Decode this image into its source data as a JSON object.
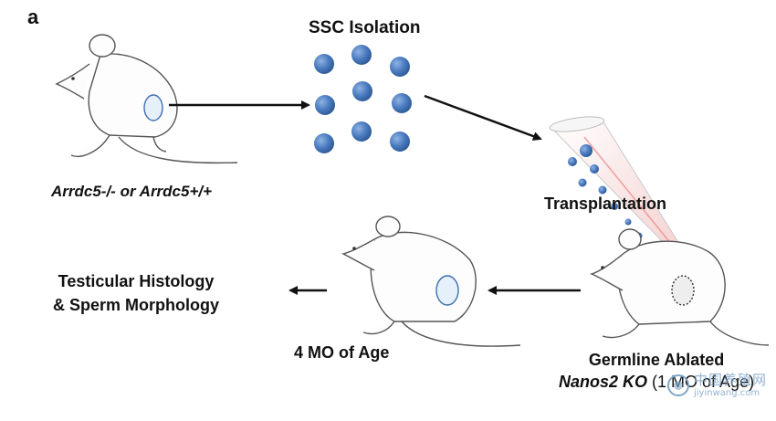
{
  "panel_letter": "a",
  "ssc_title": "SSC Isolation",
  "genotype_label": "Arrdc5-/- or Arrdc5+/+",
  "transplant_label": "Transplantation",
  "outcome_label_line1": "Testicular Histology",
  "outcome_label_line2": "& Sperm Morphology",
  "age_label": "4 MO of Age",
  "ablated_line1": "Germline Ablated",
  "ablated_italic": "Nanos2 KO",
  "ablated_rest": " (1 MO of Age)",
  "watermark_top": "中国养殖网",
  "watermark_bottom": "jiyinwang.com",
  "colors": {
    "cell_blue": "#3f6fb0",
    "cell_highlight": "#8fb3e3",
    "arrow": "#111111",
    "needle_pink": "#e98080",
    "mouse_line": "#555555"
  }
}
